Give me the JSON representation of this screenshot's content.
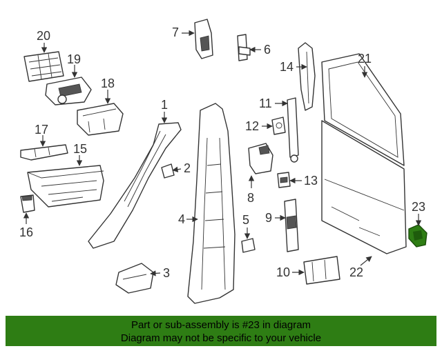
{
  "callouts": [
    "1",
    "2",
    "3",
    "4",
    "5",
    "6",
    "7",
    "8",
    "9",
    "10",
    "11",
    "12",
    "13",
    "14",
    "15",
    "16",
    "17",
    "18",
    "19",
    "20",
    "21",
    "22",
    "23"
  ],
  "highlighted_part": "23",
  "colors": {
    "highlight": "#2e7d14",
    "banner": "#2e7d14",
    "line": "#333333"
  },
  "banner": {
    "line1": "Part or sub-assembly is #23 in diagram",
    "line2": "Diagram may not be specific to your vehicle"
  }
}
